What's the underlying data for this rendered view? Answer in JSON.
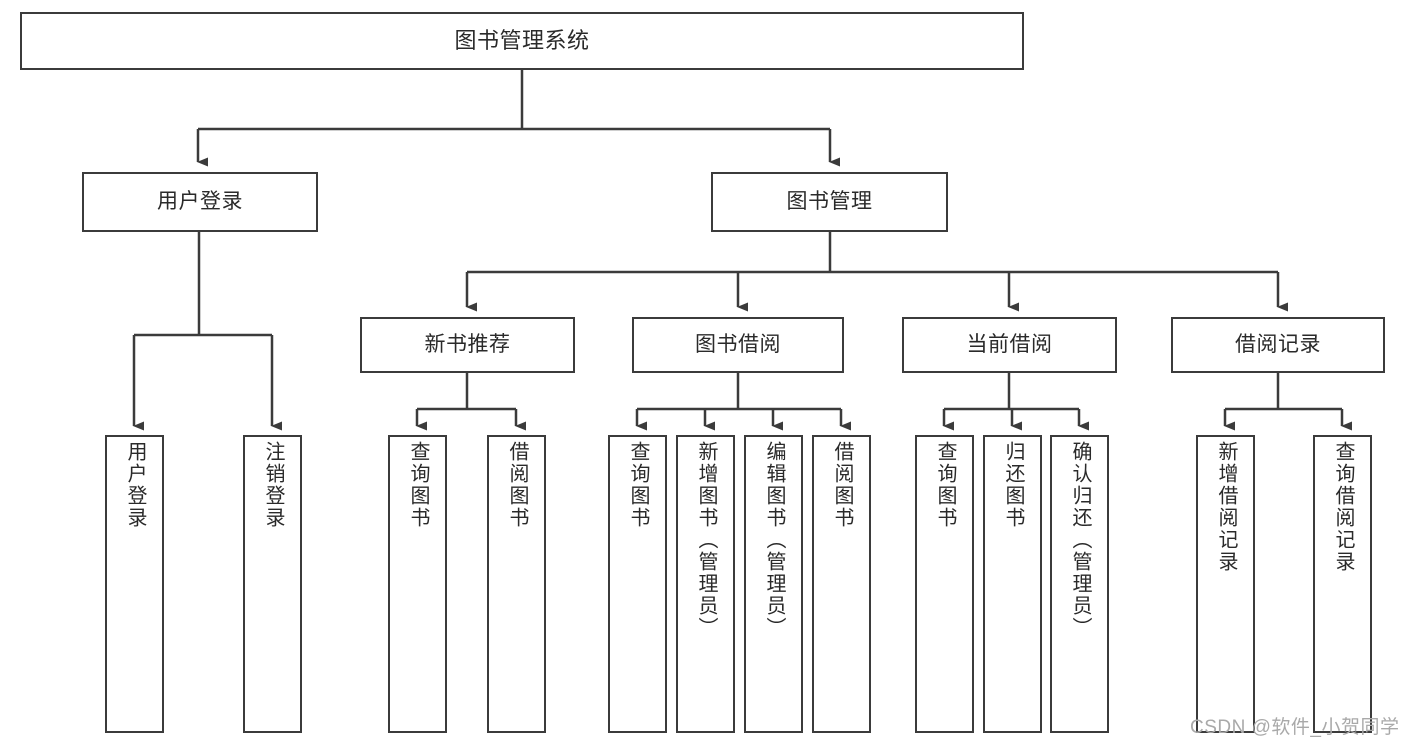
{
  "diagram": {
    "title": "图书管理系统",
    "type": "tree-hierarchy",
    "watermark": "CSDN @软件_小贺同学",
    "colors": {
      "background": "#ffffff",
      "node_fill": "#ffffff",
      "node_border": "#3b3b3b",
      "text": "#2a2a2a",
      "connector": "#3b3b3b",
      "watermark": "#a9a9a9"
    },
    "root": {
      "label": "图书管理系统"
    },
    "level2": [
      {
        "label": "用户登录"
      },
      {
        "label": "图书管理"
      }
    ],
    "level3": [
      {
        "label": "新书推荐"
      },
      {
        "label": "图书借阅"
      },
      {
        "label": "当前借阅"
      },
      {
        "label": "借阅记录"
      }
    ],
    "leaves": {
      "user_login": [
        {
          "label": "用户登录"
        },
        {
          "label": "注销登录"
        }
      ],
      "new_book_recommend": [
        {
          "label": "查询图书"
        },
        {
          "label": "借阅图书"
        }
      ],
      "book_borrow": [
        {
          "label": "查询图书"
        },
        {
          "label": "新增图书（管理员）"
        },
        {
          "label": "编辑图书（管理员）"
        },
        {
          "label": "借阅图书"
        }
      ],
      "current_borrow": [
        {
          "label": "查询图书"
        },
        {
          "label": "归还图书"
        },
        {
          "label": "确认归还（管理员）"
        }
      ],
      "borrow_record": [
        {
          "label": "新增借阅记录"
        },
        {
          "label": "查询借阅记录"
        }
      ]
    }
  }
}
